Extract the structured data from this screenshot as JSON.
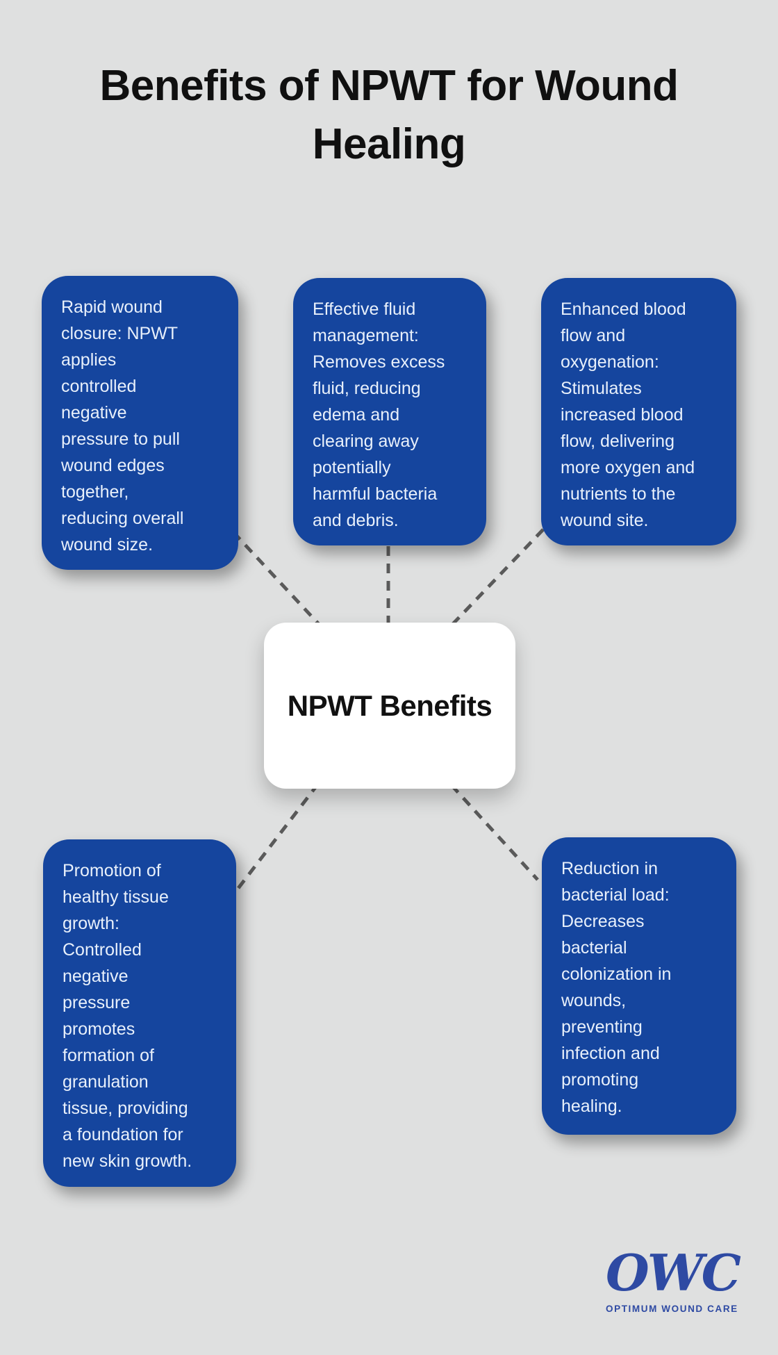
{
  "title": "Benefits of NPWT for Wound\nHealing",
  "center_node": {
    "label": "NPWT Benefits"
  },
  "benefits": [
    {
      "id": "rapid-wound-closure",
      "text": "Rapid wound\nclosure: NPWT\napplies\ncontrolled\nnegative\npressure to pull\nwound edges\ntogether,\nreducing overall\nwound size."
    },
    {
      "id": "effective-fluid-management",
      "text": "Effective fluid\nmanagement:\nRemoves excess\nfluid, reducing\nedema and\nclearing away\npotentially\nharmful bacteria\nand debris."
    },
    {
      "id": "enhanced-blood-flow",
      "text": "Enhanced blood\nflow and\noxygenation:\nStimulates\nincreased blood\nflow, delivering\nmore oxygen and\nnutrients to the\nwound site."
    },
    {
      "id": "promotion-tissue-growth",
      "text": "Promotion of\nhealthy tissue\ngrowth:\nControlled\nnegative\npressure\npromotes\nformation of\ngranulation\ntissue, providing\na foundation for\nnew skin growth."
    },
    {
      "id": "reduction-bacterial-load",
      "text": "Reduction in\nbacterial load:\nDecreases\nbacterial\ncolonization in\nwounds,\npreventing\ninfection and\npromoting\nhealing."
    }
  ],
  "logo": {
    "monogram": "OWC",
    "name": "OPTIMUM WOUND CARE"
  },
  "colors": {
    "background": "#DFE0E0",
    "benefit_box_blue": "#15459E",
    "benefit_text": "#E8F0FB",
    "center_box_bg": "#FFFFFF",
    "center_text": "#111111",
    "connector_gray": "#5A5A5A",
    "title_black": "#101010",
    "logo_blue": "#2E4AA3"
  }
}
